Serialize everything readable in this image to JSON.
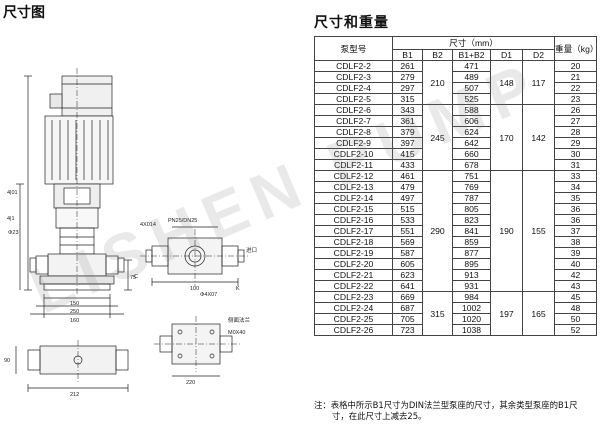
{
  "left_title": "尺寸图",
  "right_title": "尺寸和重量",
  "drawing_labels": {
    "motor_dim": "4|01",
    "inlet_dim": "4|1",
    "flange": "4X014",
    "pcd": "PN25/DN25",
    "k": "K",
    "c": "C",
    "inlet": "进口",
    "base_label": "侧面法兰",
    "hole": "M0X40",
    "d1": "Φ23",
    "d2": "Φ4X07",
    "w150": "150",
    "w250": "250",
    "w160": "160",
    "w75": "75",
    "w100": "100",
    "w212": "212",
    "w220": "220",
    "w90": "90"
  },
  "table": {
    "h_model": "泵型号",
    "h_size": "尺寸（mm）",
    "h_weight": "重量（kg）",
    "h_b1": "B1",
    "h_b2": "B2",
    "h_b1b2": "B1+B2",
    "h_d1": "D1",
    "h_d2": "D2",
    "rows": [
      {
        "model": "CDLF2-2",
        "b1": "261",
        "b1b2": "471",
        "w": "20"
      },
      {
        "model": "CDLF2-3",
        "b1": "279",
        "b1b2": "489",
        "w": "21"
      },
      {
        "model": "CDLF2-4",
        "b1": "297",
        "b1b2": "507",
        "w": "22"
      },
      {
        "model": "CDLF2-5",
        "b1": "315",
        "b1b2": "525",
        "w": "23"
      },
      {
        "model": "CDLF2-6",
        "b1": "343",
        "b1b2": "588",
        "w": "26"
      },
      {
        "model": "CDLF2-7",
        "b1": "361",
        "b1b2": "606",
        "w": "27"
      },
      {
        "model": "CDLF2-8",
        "b1": "379",
        "b1b2": "624",
        "w": "28"
      },
      {
        "model": "CDLF2-9",
        "b1": "397",
        "b1b2": "642",
        "w": "29"
      },
      {
        "model": "CDLF2-10",
        "b1": "415",
        "b1b2": "660",
        "w": "30"
      },
      {
        "model": "CDLF2-11",
        "b1": "433",
        "b1b2": "678",
        "w": "31"
      },
      {
        "model": "CDLF2-12",
        "b1": "461",
        "b1b2": "751",
        "w": "33"
      },
      {
        "model": "CDLF2-13",
        "b1": "479",
        "b1b2": "769",
        "w": "34"
      },
      {
        "model": "CDLF2-14",
        "b1": "497",
        "b1b2": "787",
        "w": "35"
      },
      {
        "model": "CDLF2-15",
        "b1": "515",
        "b1b2": "805",
        "w": "36"
      },
      {
        "model": "CDLF2-16",
        "b1": "533",
        "b1b2": "823",
        "w": "36"
      },
      {
        "model": "CDLF2-17",
        "b1": "551",
        "b1b2": "841",
        "w": "37"
      },
      {
        "model": "CDLF2-18",
        "b1": "569",
        "b1b2": "859",
        "w": "38"
      },
      {
        "model": "CDLF2-19",
        "b1": "587",
        "b1b2": "877",
        "w": "39"
      },
      {
        "model": "CDLF2-20",
        "b1": "605",
        "b1b2": "895",
        "w": "40"
      },
      {
        "model": "CDLF2-21",
        "b1": "623",
        "b1b2": "913",
        "w": "42"
      },
      {
        "model": "CDLF2-22",
        "b1": "641",
        "b1b2": "931",
        "w": "43"
      },
      {
        "model": "CDLF2-23",
        "b1": "669",
        "b1b2": "984",
        "w": "45"
      },
      {
        "model": "CDLF2-24",
        "b1": "687",
        "b1b2": "1002",
        "w": "48"
      },
      {
        "model": "CDLF2-25",
        "b1": "705",
        "b1b2": "1020",
        "w": "50"
      },
      {
        "model": "CDLF2-26",
        "b1": "723",
        "b1b2": "1038",
        "w": "52"
      }
    ],
    "groups": [
      {
        "b2": "210",
        "d1": "148",
        "d2": "117"
      },
      {
        "b2": "245",
        "d1": "170",
        "d2": "142"
      },
      {
        "b2": "290",
        "d1": "190",
        "d2": "155"
      },
      {
        "b2": "315",
        "d1": "197",
        "d2": "165"
      }
    ]
  },
  "note_line1": "注：表格中所示B1尺寸为DIN法兰型泵座的尺寸，其余类型泵座的B1尺",
  "note_line2": "寸，在此尺寸上减去25。",
  "watermark": "LISHEN PUMP"
}
